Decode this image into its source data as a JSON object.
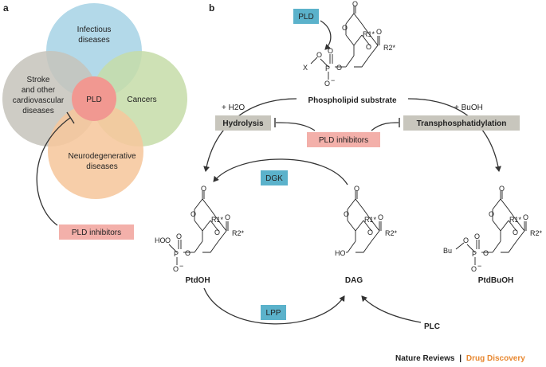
{
  "panel_a": {
    "letter": "a",
    "circles": {
      "top": "Infectious diseases",
      "left_lines": [
        "Stroke",
        "and other",
        "cardiovascular",
        "diseases"
      ],
      "right": "Cancers",
      "bottom_lines": [
        "Neurodegenerative",
        "diseases"
      ],
      "center": "PLD"
    },
    "inhibitor_box": "PLD inhibitors"
  },
  "panel_b": {
    "letter": "b",
    "pld_box": "PLD",
    "substrate": {
      "label": "Phospholipid substrate",
      "r1": "R1*",
      "r2": "R2*",
      "x": "X"
    },
    "hydrolysis": {
      "reagent": "+ H2O",
      "box": "Hydrolysis"
    },
    "transphos": {
      "reagent": "+ BuOH",
      "box": "Transphosphatidylation"
    },
    "inhibitor_box": "PLD inhibitors",
    "dgk_box": "DGK",
    "lpp_box": "LPP",
    "plc": "PLC",
    "ptdoh": {
      "label": "PtdOH",
      "ho": "HO",
      "r1": "R1*",
      "r2": "R2*"
    },
    "dag": {
      "label": "DAG",
      "ho": "HO",
      "r1": "R1*",
      "r2": "R2*"
    },
    "ptdbuoh": {
      "label": "PtdBuOH",
      "bu": "Bu",
      "r1": "R1*",
      "r2": "R2*"
    }
  },
  "footer": {
    "journal": "Nature Reviews",
    "separator": "|",
    "section": "Drug Discovery"
  },
  "colors": {
    "infectious": "#a9d4e6",
    "stroke": "#c6c3bb",
    "cancers": "#c6dca8",
    "neuro": "#f6c79d",
    "pld_center": "#f19891",
    "inhibitor_box": "#f3b0aa",
    "enzyme_box": "#5bb2cb",
    "process_box": "#c8c6bd",
    "footer_orange": "#e8872f"
  }
}
